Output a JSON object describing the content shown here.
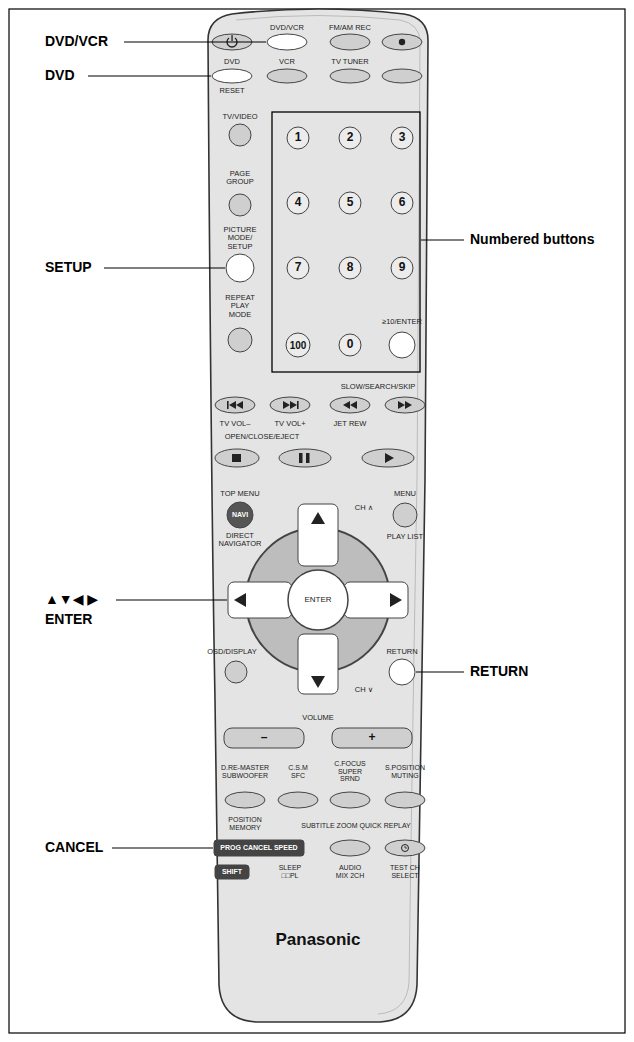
{
  "diagram": {
    "labels": [
      "DVD/VCR",
      "DVD",
      "SETUP",
      "▲▼◀ ▶",
      "ENTER",
      "CANCEL",
      "Numbered buttons",
      "RETURN",
      "DVD/VCR",
      "FM/AM REC",
      "DVD",
      "VCR",
      "TV TUNER",
      "RESET",
      "TV/VIDEO",
      "PAGE GROUP",
      "PICTURE MODE/ SETUP",
      "REPEAT PLAY MODE",
      "1",
      "2",
      "3",
      "4",
      "5",
      "6",
      "7",
      "8",
      "9",
      "100",
      "0",
      "≥10/ENTER",
      "SLOW/SEARCH/SKIP",
      "TV VOL–",
      "TV VOL+",
      "JET REW",
      "OPEN/CLOSE/EJECT",
      "TOP MENU",
      "NAVI",
      "DIRECT NAVIGATOR",
      "MENU",
      "PLAY LIST",
      "CH ∧",
      "ENTER",
      "CH ∨",
      "OSD/DISPLAY",
      "RETURN",
      "VOLUME",
      "–",
      "+",
      "D.RE-MASTER SUBWOOFER",
      "C.S.M SFC",
      "C.FOCUS SUPER SRND",
      "S.POSITION MUTING",
      "POSITION MEMORY",
      "SUBTITLE ZOOM QUICK REPLAY",
      "PROG CANCEL SPEED",
      "SLEEP □□PL",
      "AUDIO MIX 2CH",
      "TEST CH SELECT",
      "SHIFT",
      "Panasonic"
    ]
  }
}
